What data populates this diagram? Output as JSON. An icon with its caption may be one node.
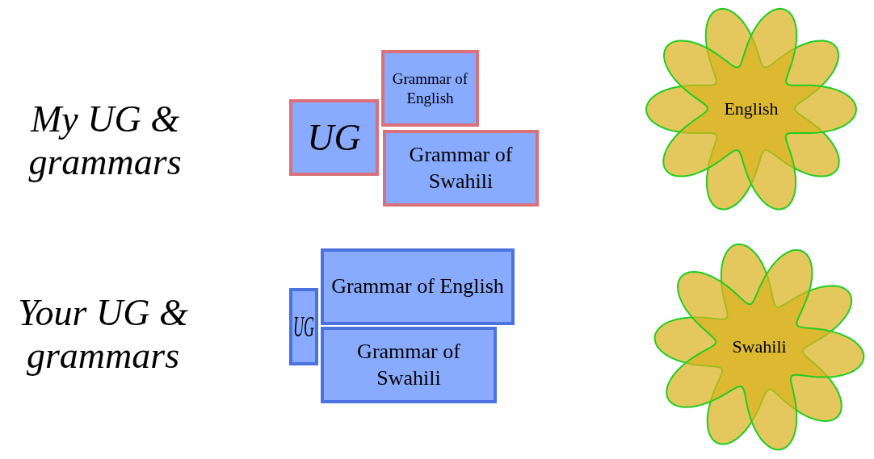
{
  "diagram": {
    "nodes": [
      {
        "text": [
          "UG"
        ]
      },
      {
        "text": [
          "Grammar of English"
        ]
      },
      {
        "text": [
          "Grammar of Swahili"
        ]
      },
      {
        "text": [
          "English"
        ]
      },
      {
        "text": [
          "UG"
        ]
      },
      {
        "text": [
          "Grammar of English"
        ]
      },
      {
        "text": [
          "Grammar of Swahili"
        ]
      },
      {
        "text": [
          "Swahili"
        ]
      }
    ],
    "edges": [],
    "labels": [
      "My UG & grammars",
      "Your UG & grammars"
    ]
  }
}
